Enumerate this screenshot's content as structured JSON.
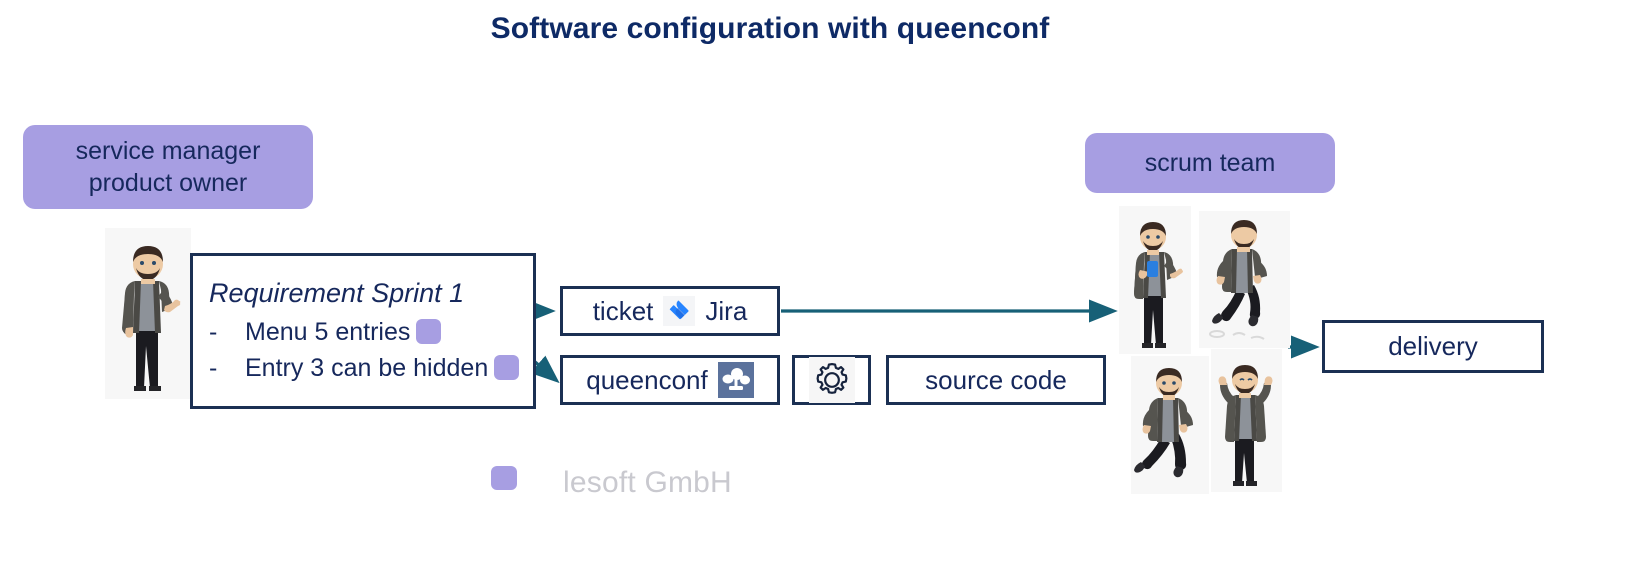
{
  "title": "Software configuration with queenconf",
  "roles": {
    "service_manager": {
      "line1": "service manager",
      "line2": "product owner"
    },
    "scrum_team": "scrum team"
  },
  "requirement": {
    "heading": "Requirement Sprint 1",
    "items": [
      {
        "dash": "-",
        "text": "Menu 5 entries"
      },
      {
        "dash": "-",
        "text": "Entry 3 can be hidden"
      }
    ]
  },
  "nodes": {
    "ticket": "ticket",
    "jira": "Jira",
    "queenconf": "queenconf",
    "source_code": "source code",
    "delivery": "delivery"
  },
  "icons": {
    "jira": "jira-logo-icon",
    "queenconf": "queenconf-logo-icon",
    "gear": "gear-icon",
    "person_product_owner": "person-presenting-icon",
    "person_scrum_1": "person-holding-phone-icon",
    "person_scrum_2": "person-running-icon",
    "person_scrum_3": "person-walking-icon",
    "person_scrum_4": "person-celebrating-icon"
  },
  "footer": {
    "mark": "lesoft-logo-mark",
    "company": "lesoft GmbH"
  },
  "colors": {
    "title": "#0e2a66",
    "text": "#16285c",
    "pill": "#a79ee2",
    "box_border": "#1b3053",
    "arrow": "#176077",
    "footer_text": "#c9c9cf",
    "jira_blue": "#2684ff",
    "queenconf_bg": "#5b729c"
  }
}
